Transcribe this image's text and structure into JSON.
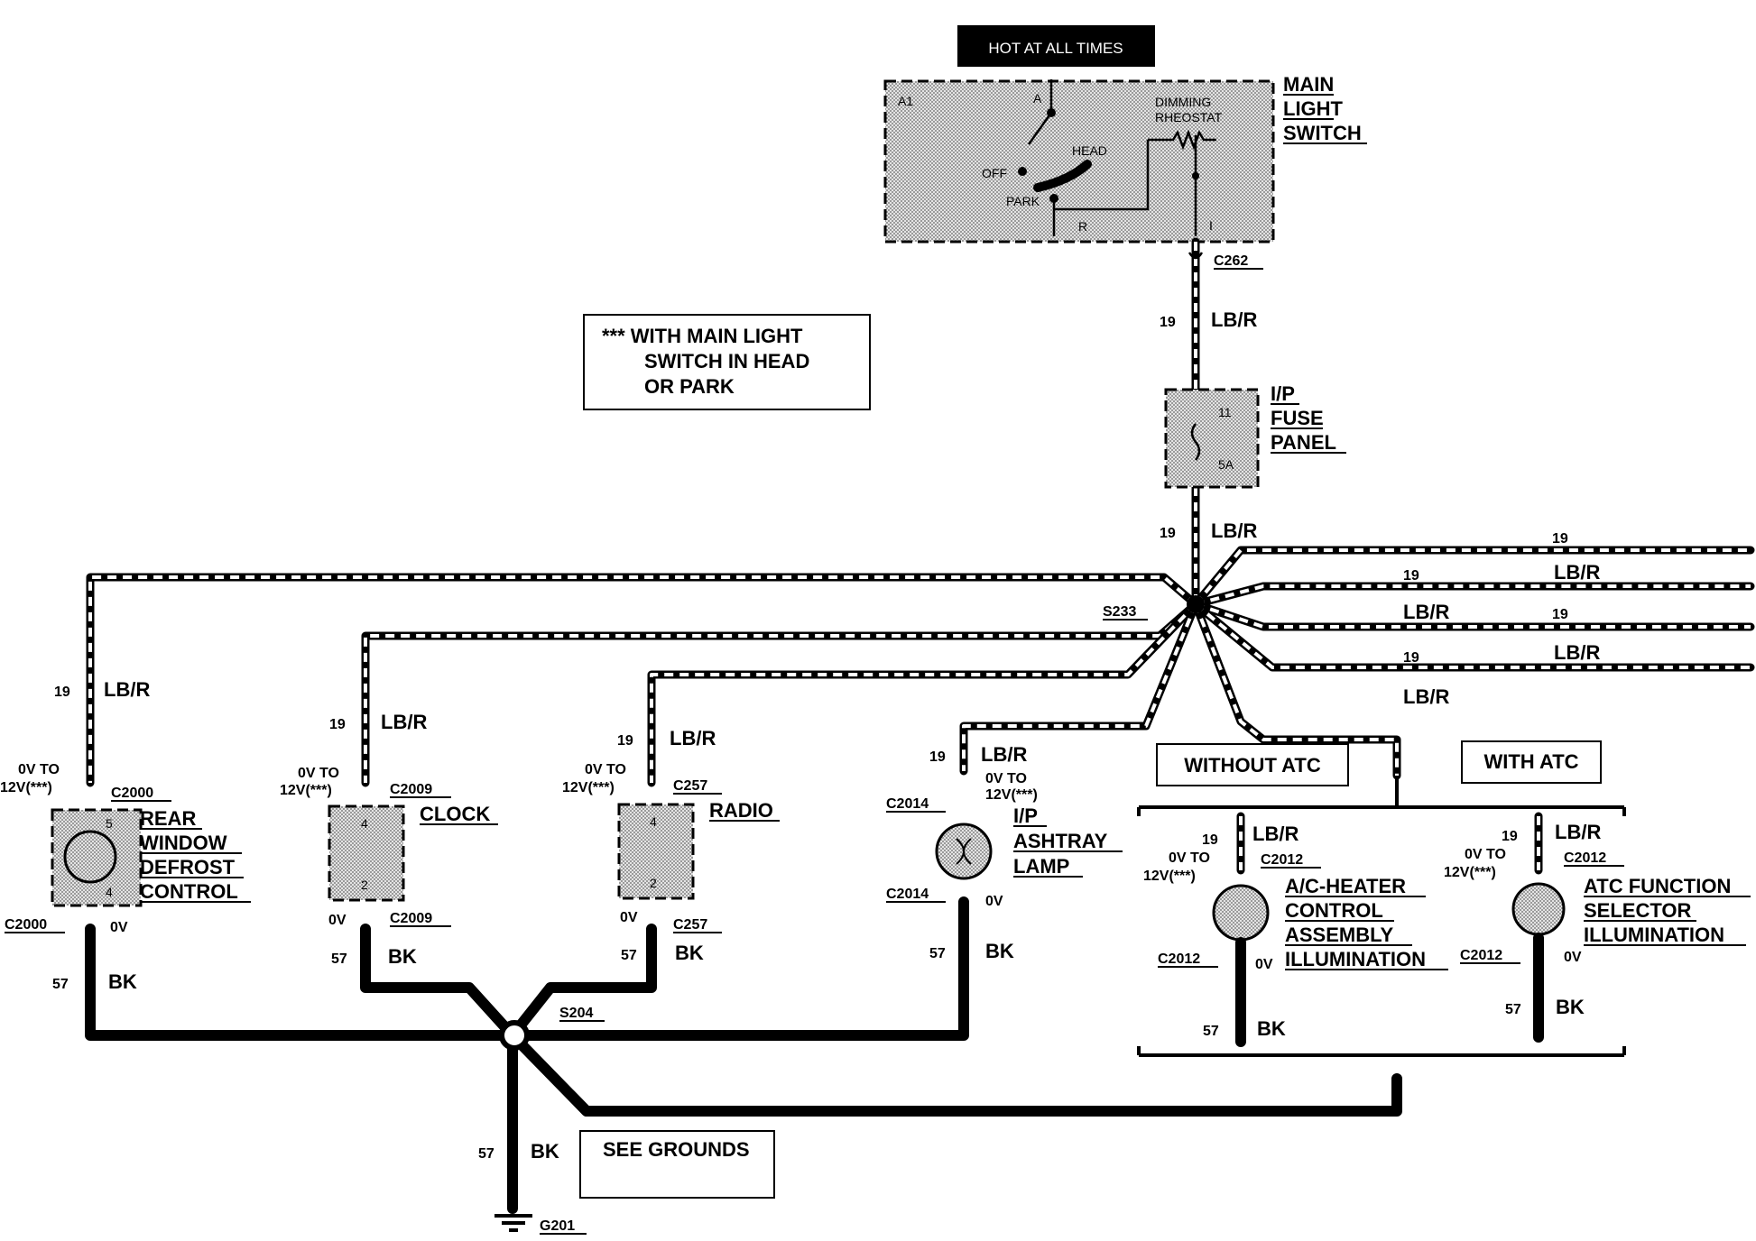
{
  "power": {
    "hot_label": "HOT AT ALL TIMES",
    "switch_title_1": "MAIN",
    "switch_title_2": "LIGHT",
    "switch_title_3": "SWITCH",
    "pin_a1": "A1",
    "pin_a": "A",
    "pin_r": "R",
    "pin_i": "I",
    "pos_off": "OFF",
    "pos_head": "HEAD",
    "pos_park": "PARK",
    "rheo_1": "DIMMING",
    "rheo_2": "RHEOSTAT",
    "c262": "C262"
  },
  "note": {
    "line1": "*** WITH MAIN LIGHT",
    "line2": "SWITCH IN HEAD",
    "line3": "OR PARK"
  },
  "fuse": {
    "title_1": "I/P",
    "title_2": "FUSE",
    "title_3": "PANEL",
    "num": "11",
    "amps": "5A"
  },
  "wires": {
    "circuit_19": "19",
    "color_lbr": "LB/R",
    "circuit_57": "57",
    "color_bk": "BK",
    "splice_s233": "S233",
    "splice_s204": "S204"
  },
  "loads": {
    "rear": {
      "c": "C2000",
      "v_top_1": "0V TO",
      "v_top_2": "12V(***)",
      "v_bot": "0V",
      "t1": "REAR",
      "t2": "WINDOW",
      "t3": "DEFROST",
      "t4": "CONTROL",
      "p1": "5",
      "p2": "4"
    },
    "clock": {
      "c": "C2009",
      "v_top_1": "0V TO",
      "v_top_2": "12V(***)",
      "v_bot": "0V",
      "t1": "CLOCK",
      "p1": "4",
      "p2": "2"
    },
    "radio": {
      "c": "C257",
      "v_top_1": "0V TO",
      "v_top_2": "12V(***)",
      "v_bot": "0V",
      "t1": "RADIO",
      "p1": "4",
      "p2": "2"
    },
    "ashtray": {
      "c": "C2014",
      "v_top_1": "0V TO",
      "v_top_2": "12V(***)",
      "v_bot": "0V",
      "t1": "I/P",
      "t2": "ASHTRAY",
      "t3": "LAMP"
    },
    "acheater": {
      "c": "C2012",
      "v_top_1": "0V TO",
      "v_top_2": "12V(***)",
      "v_bot": "0V",
      "t1": "A/C-HEATER",
      "t2": "CONTROL",
      "t3": "ASSEMBLY",
      "t4": "ILLUMINATION"
    },
    "atc": {
      "c": "C2012",
      "v_top_1": "0V TO",
      "v_top_2": "12V(***)",
      "v_bot": "0V",
      "t1": "ATC FUNCTION",
      "t2": "SELECTOR",
      "t3": "ILLUMINATION"
    }
  },
  "options": {
    "without": "WITHOUT ATC",
    "with": "WITH ATC"
  },
  "ground": {
    "see": "SEE GROUNDS",
    "g201": "G201"
  }
}
